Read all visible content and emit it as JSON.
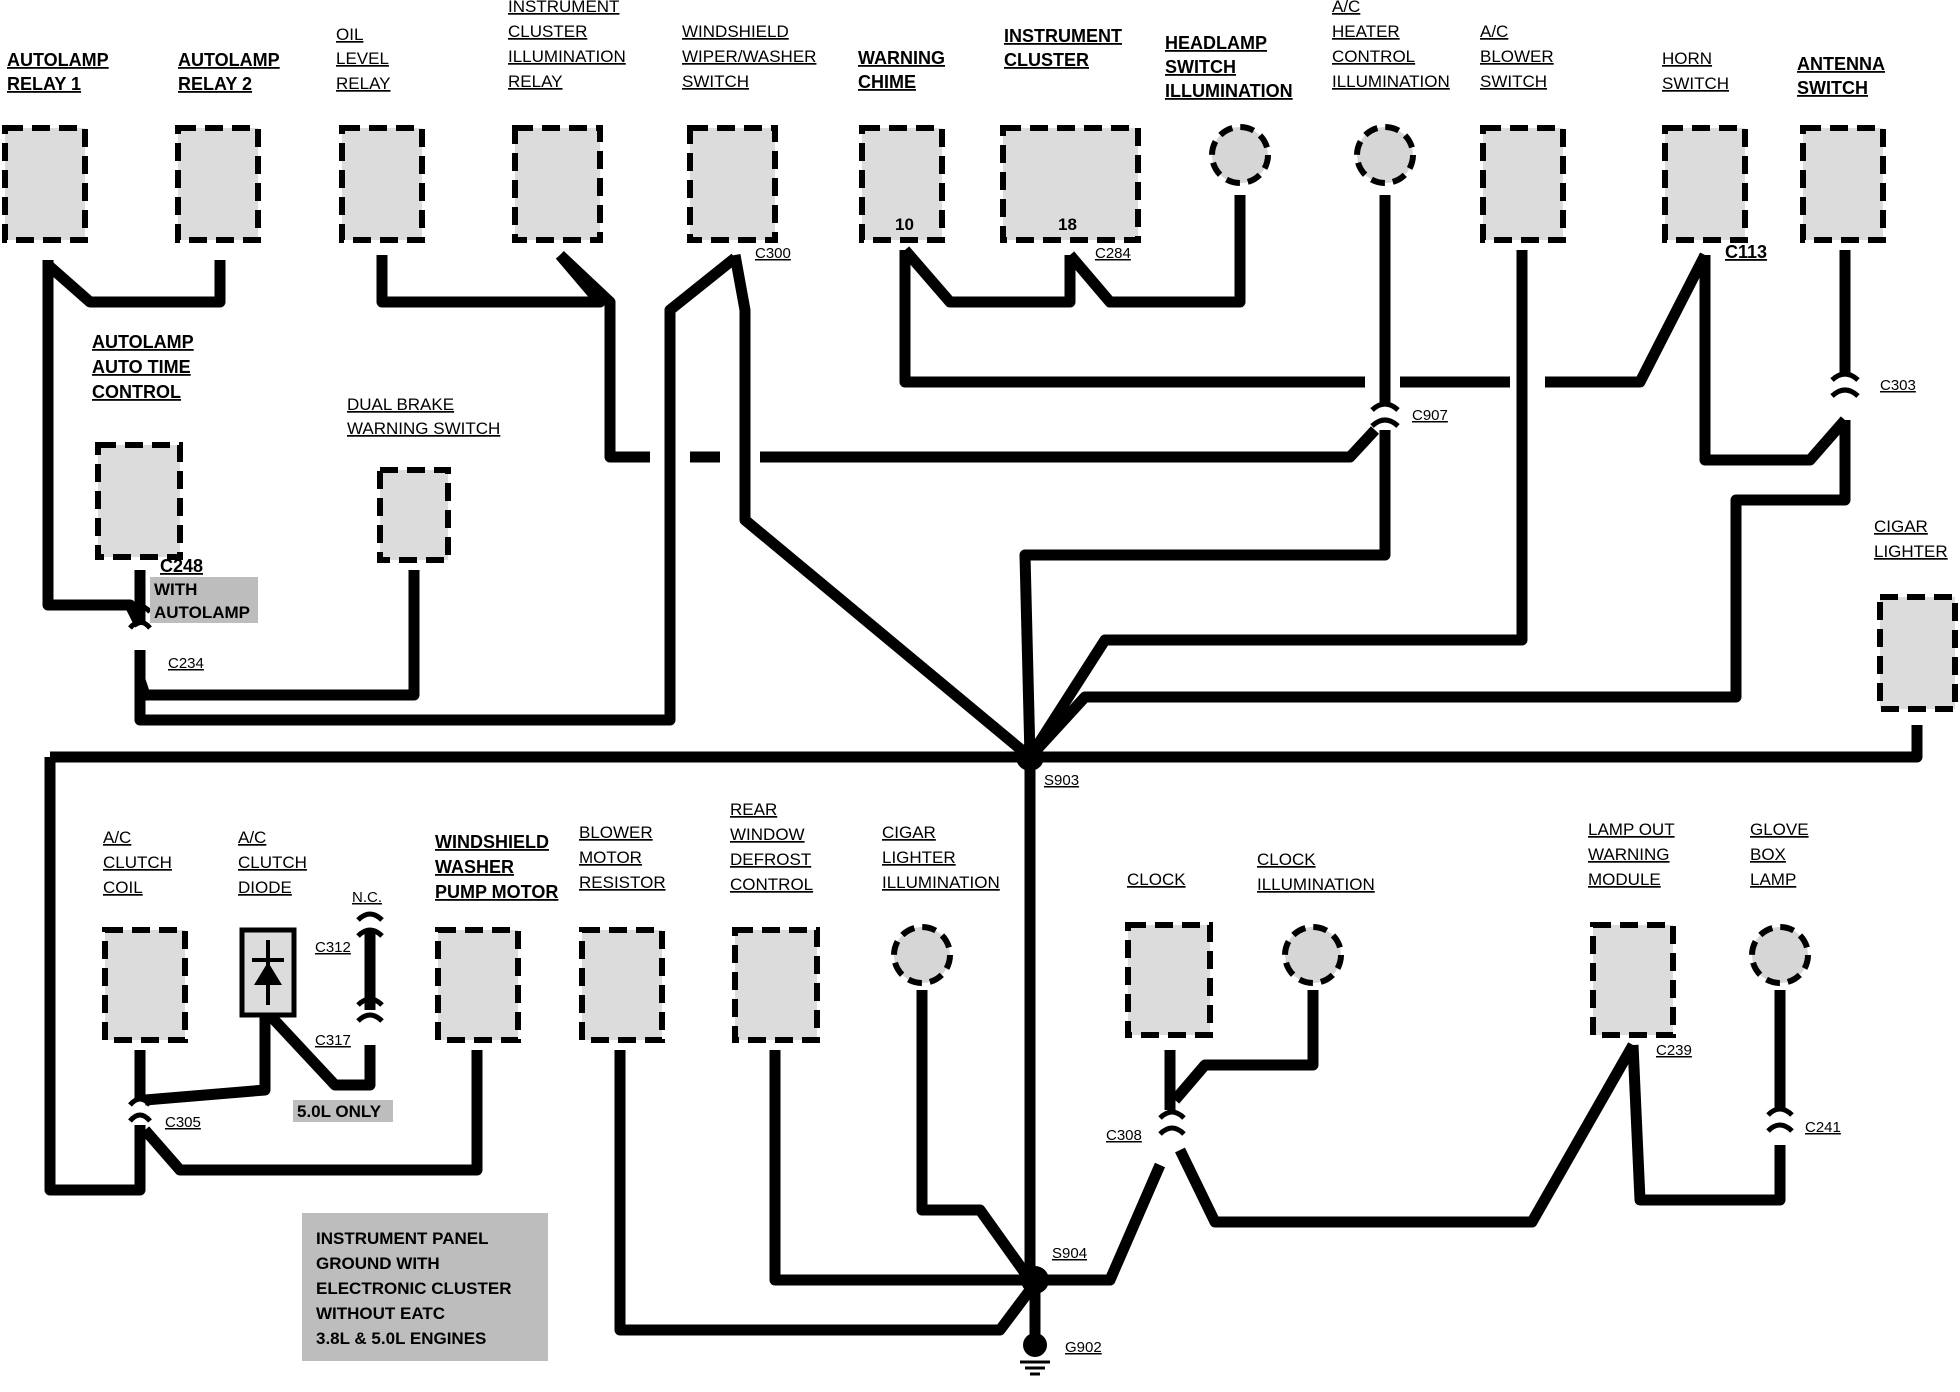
{
  "components": {
    "autolamp_relay_1": [
      "AUTOLAMP",
      "RELAY 1"
    ],
    "autolamp_relay_2": [
      "AUTOLAMP",
      "RELAY 2"
    ],
    "oil_level_relay": [
      "OIL",
      "LEVEL",
      "RELAY"
    ],
    "instrument_cluster_illumination_relay": [
      "INSTRUMENT",
      "CLUSTER",
      "ILLUMINATION",
      "RELAY"
    ],
    "windshield_wiper_washer_switch": [
      "WINDSHIELD",
      "WIPER/WASHER",
      "SWITCH"
    ],
    "warning_chime": [
      "WARNING",
      "CHIME"
    ],
    "instrument_cluster": [
      "INSTRUMENT",
      "CLUSTER"
    ],
    "headlamp_switch_illumination": [
      "HEADLAMP",
      "SWITCH",
      "ILLUMINATION"
    ],
    "ac_heater_control_illumination": [
      "A/C",
      "HEATER",
      "CONTROL",
      "ILLUMINATION"
    ],
    "ac_blower_switch": [
      "A/C",
      "BLOWER",
      "SWITCH"
    ],
    "horn_switch": [
      "HORN",
      "SWITCH"
    ],
    "antenna_switch": [
      "ANTENNA",
      "SWITCH"
    ],
    "autolamp_auto_time_control": [
      "AUTOLAMP",
      "AUTO TIME",
      "CONTROL"
    ],
    "dual_brake_warning_switch": [
      "DUAL BRAKE",
      "WARNING SWITCH"
    ],
    "cigar_lighter": [
      "CIGAR",
      "LIGHTER"
    ],
    "ac_clutch_coil": [
      "A/C",
      "CLUTCH",
      "COIL"
    ],
    "ac_clutch_diode": [
      "A/C",
      "CLUTCH",
      "DIODE"
    ],
    "windshield_washer_pump_motor": [
      "WINDSHIELD",
      "WASHER",
      "PUMP MOTOR"
    ],
    "blower_motor_resistor": [
      "BLOWER",
      "MOTOR",
      "RESISTOR"
    ],
    "rear_window_defrost_control": [
      "REAR",
      "WINDOW",
      "DEFROST",
      "CONTROL"
    ],
    "cigar_lighter_illumination": [
      "CIGAR",
      "LIGHTER",
      "ILLUMINATION"
    ],
    "clock": [
      "CLOCK"
    ],
    "clock_illumination": [
      "CLOCK",
      "ILLUMINATION"
    ],
    "lamp_out_warning_module": [
      "LAMP OUT",
      "WARNING",
      "MODULE"
    ],
    "glove_box_lamp": [
      "GLOVE",
      "BOX",
      "LAMP"
    ]
  },
  "pins": {
    "warning_chime": "10",
    "instrument_cluster": "18"
  },
  "connectors": {
    "c300": "C300",
    "c284": "C284",
    "c113": "C113",
    "c303": "C303",
    "c907": "C907",
    "c248": "C248",
    "c234": "C234",
    "c312": "C312",
    "c317": "C317",
    "c305": "C305",
    "c308": "C308",
    "c239": "C239",
    "c241": "C241"
  },
  "splices": {
    "s903": "S903",
    "s904": "S904"
  },
  "ground": "G902",
  "notes": {
    "with_autolamp": [
      "WITH",
      "AUTOLAMP"
    ],
    "nc": "N.C.",
    "five_liter_only": "5.0L ONLY",
    "caption": [
      "INSTRUMENT PANEL",
      "GROUND WITH",
      "ELECTRONIC CLUSTER",
      "WITHOUT EATC",
      "3.8L & 5.0L ENGINES"
    ]
  }
}
